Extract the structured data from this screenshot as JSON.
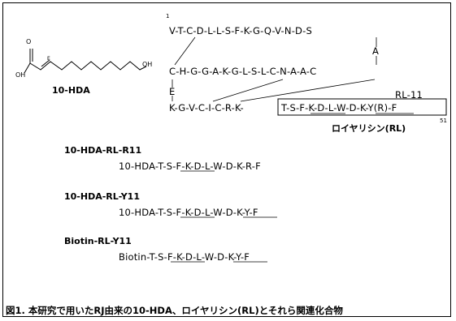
{
  "structure": {
    "carbonyl_o": "O",
    "hydroxyl_left": "OH",
    "double_bond_e": "E",
    "hydroxyl_right": "OH",
    "name": "10-HDA"
  },
  "sequence": {
    "start_num": "1",
    "row1": "V-T-C-D-L-L-S-F-K-G-Q-V-N-D-S",
    "a_right": "A",
    "row2": "C-H-G-G-A-K-G-L-S-L-C-N-A-A-C",
    "e_left": "E",
    "row3_pre": "K-G-V-C-I-C-R-K-",
    "row3_box": "T-S-F-K-D-L-W-D-K-Y(R)-F",
    "box_label": "RL-11",
    "end_num": "51",
    "rl_label": "ロイヤリシン(RL)"
  },
  "compounds": [
    {
      "name": "10-HDA-RL-R11",
      "seq": "10-HDA-T-S-F-K-D-L-W-D-K-R-F"
    },
    {
      "name": "10-HDA-RL-Y11",
      "seq": "10-HDA-T-S-F-K-D-L-W-D-K-Y-F"
    },
    {
      "name": "Biotin-RL-Y11",
      "seq": "Biotin-T-S-F-K-D-L-W-D-K-Y-F"
    }
  ],
  "caption": "図1. 本研究で用いたRJ由来の10-HDA、ロイヤリシン(RL)とそれら関連化合物"
}
